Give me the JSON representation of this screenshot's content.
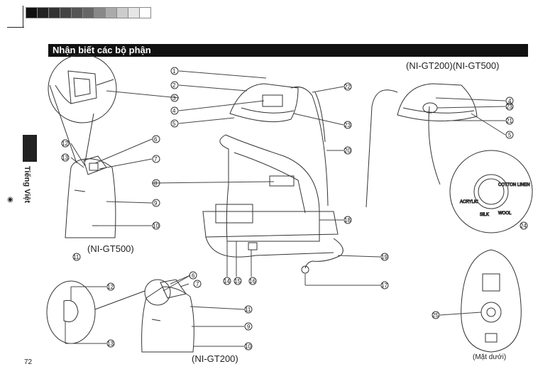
{
  "header": {
    "title": "Nhận biết các bộ phận",
    "side_label": "Tiếng Việt",
    "page_number": "72"
  },
  "models": {
    "top_right": "(NI-GT200)(NI-GT500)",
    "left_gt500": "(NI-GT500)",
    "bottom_gt200": "(NI-GT200)",
    "bottom_view": "(Mặt dưới)"
  },
  "dial": {
    "labels": [
      "ACRYLIC",
      "SILK",
      "WOOL",
      "COTTON LINEN"
    ],
    "number": "24"
  },
  "callouts": [
    "1",
    "2",
    "3",
    "4",
    "5",
    "6",
    "7",
    "8",
    "9",
    "10",
    "11",
    "12",
    "13",
    "14",
    "15",
    "16",
    "17",
    "18",
    "19",
    "20",
    "21",
    "22",
    "23",
    "24",
    "25"
  ],
  "colors": {
    "title_bg": "#111111",
    "line": "#333333"
  }
}
